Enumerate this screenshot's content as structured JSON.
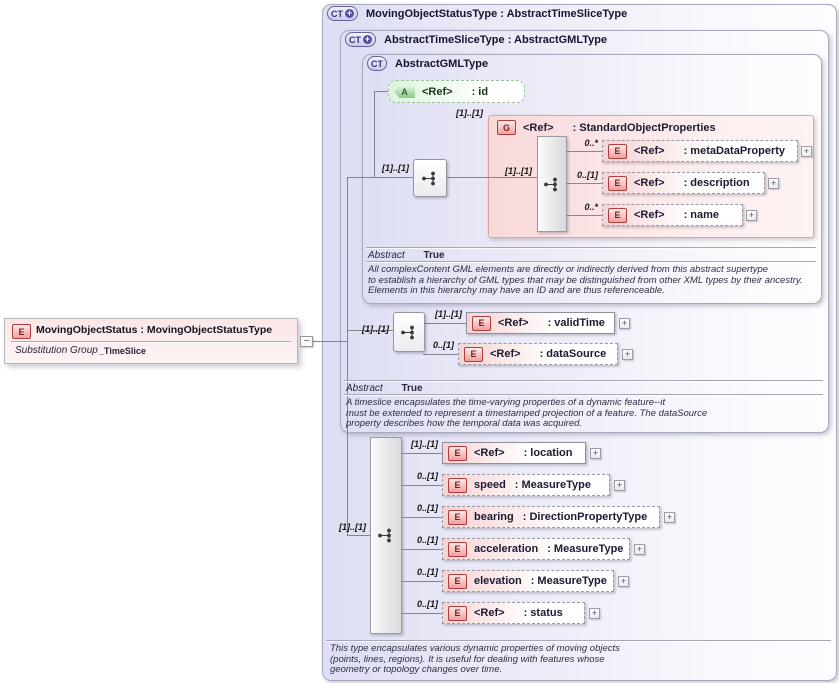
{
  "colors": {
    "panel_lavender": "#dedef4",
    "element_pink": "#f6d3d3",
    "group_pink": "#f9d9d9",
    "attribute_green": "#dcf4dc",
    "badge_red_border": "#b23b3b",
    "badge_blue_border": "#62629e"
  },
  "root_element": {
    "badge": "E",
    "title": "MovingObjectStatus : MovingObjectStatusType",
    "substitution_group_label": "Substitution Group",
    "substitution_group_value": "_TimeSlice",
    "collapse_toggle": "−"
  },
  "outer_panel": {
    "badge": "CT",
    "plus": "+",
    "title": "MovingObjectStatusType : AbstractTimeSliceType",
    "footer_note": "This type encapsulates various dynamic properties of moving objects\n(points, lines, regions). It is useful for dealing with features whose\ngeometry or topology changes over time."
  },
  "timeslice_panel": {
    "badge": "CT",
    "plus": "+",
    "title": "AbstractTimeSliceType : AbstractGMLType",
    "abstract_label": "Abstract",
    "abstract_value": "True",
    "annotation": "A timeslice encapsulates the time-varying properties of a dynamic feature--it\nmust be extended to represent a timestamped projection of a feature. The dataSource\nproperty describes how the temporal data was acquired."
  },
  "gml_panel": {
    "badge": "CT",
    "title": "AbstractGMLType",
    "abstract_label": "Abstract",
    "abstract_value": "True",
    "annotation": "All complexContent GML elements are directly or indirectly derived from this abstract supertype\nto establish a hierarchy of GML types that may be distinguished from other XML types by their ancestry.\nElements in this hierarchy may have an ID and are thus referenceable."
  },
  "id_attribute": {
    "badge": "A",
    "name": "<Ref>",
    "type": ": id"
  },
  "gml_sequence_cardinality": "[1]..[1]",
  "group": {
    "cardinality": "[1]..[1]",
    "inner_cardinality": "[1]..[1]",
    "badge": "G",
    "name": "<Ref>",
    "type": ": StandardObjectProperties",
    "children": [
      {
        "cardinality": "0..*",
        "badge": "E",
        "name": "<Ref>",
        "type": ": metaDataProperty",
        "expander": "+"
      },
      {
        "cardinality": "0..[1]",
        "badge": "E",
        "name": "<Ref>",
        "type": ": description",
        "expander": "+"
      },
      {
        "cardinality": "0..*",
        "badge": "E",
        "name": "<Ref>",
        "type": ": name",
        "expander": "+"
      }
    ]
  },
  "timeslice_sequence_cardinality": "[1]..[1]",
  "timeslice_children": [
    {
      "cardinality": "[1]..[1]",
      "badge": "E",
      "name": "<Ref>",
      "type": ": validTime",
      "expander": "+"
    },
    {
      "cardinality": "0..[1]",
      "badge": "E",
      "name": "<Ref>",
      "type": ": dataSource",
      "expander": "+"
    }
  ],
  "status_sequence_cardinality": "[1]..[1]",
  "status_children": [
    {
      "cardinality": "[1]..[1]",
      "badge": "E",
      "name": "<Ref>",
      "type": ": location",
      "expander": "+"
    },
    {
      "cardinality": "0..[1]",
      "badge": "E",
      "name": "speed",
      "type": ": MeasureType",
      "expander": "+"
    },
    {
      "cardinality": "0..[1]",
      "badge": "E",
      "name": "bearing",
      "type": ": DirectionPropertyType",
      "expander": "+"
    },
    {
      "cardinality": "0..[1]",
      "badge": "E",
      "name": "acceleration",
      "type": ": MeasureType",
      "expander": "+"
    },
    {
      "cardinality": "0..[1]",
      "badge": "E",
      "name": "elevation",
      "type": ": MeasureType",
      "expander": "+"
    },
    {
      "cardinality": "0..[1]",
      "badge": "E",
      "name": "<Ref>",
      "type": ": status",
      "expander": "+"
    }
  ]
}
